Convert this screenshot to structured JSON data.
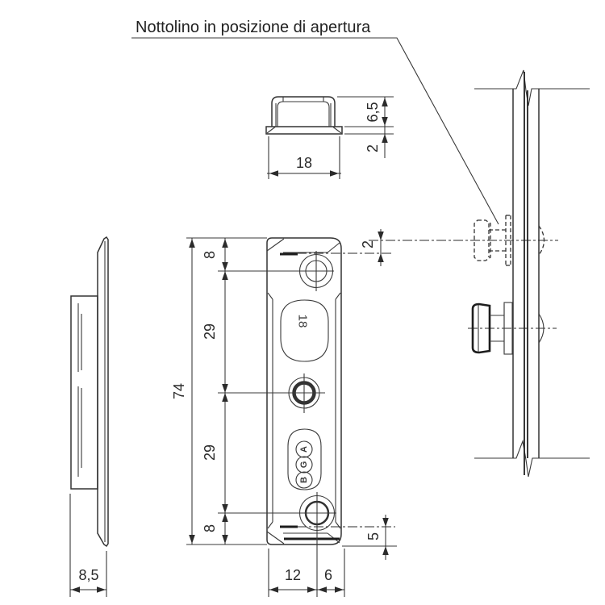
{
  "title": "Nottolino in posizione di apertura",
  "top_view": {
    "width": "18",
    "height": "6,5",
    "lip": "2"
  },
  "side_view": {
    "depth": "8,5"
  },
  "front_view": {
    "total_height": "74",
    "offset_top": "8",
    "pitch_upper": "29",
    "pitch_lower": "29",
    "offset_bottom": "8",
    "hole_from_left": "12",
    "hole_from_right": "6",
    "latch_gap_top": "2",
    "latch_gap_bottom": "5",
    "slot_marking": "18",
    "brand_letters": [
      "A",
      "G",
      "B"
    ]
  }
}
